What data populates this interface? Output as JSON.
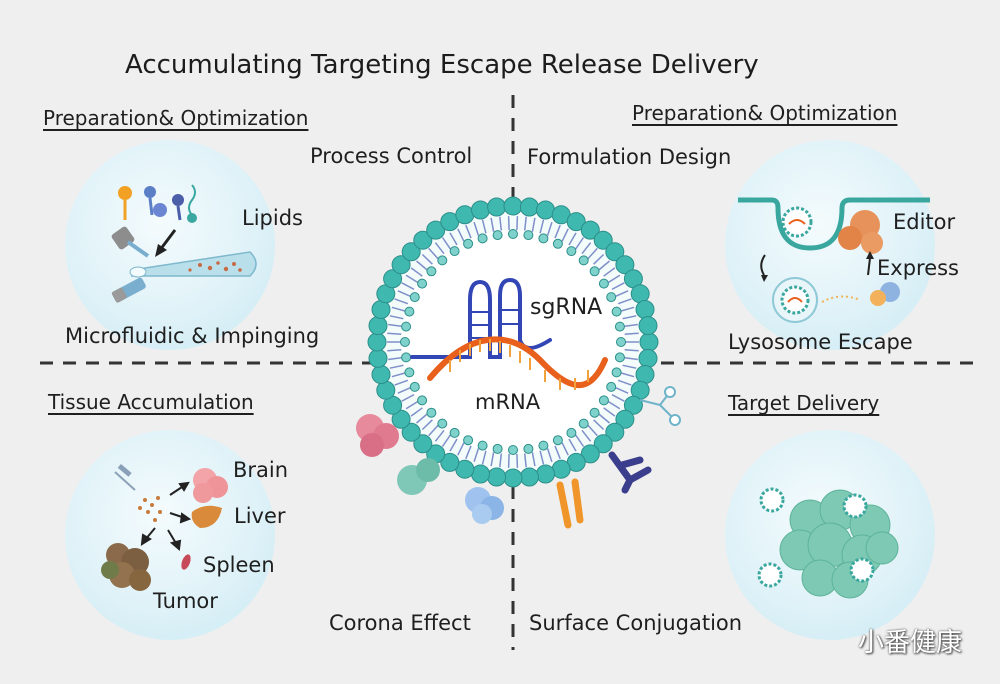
{
  "title": "Accumulating Targeting Escape Release Delivery",
  "sections": {
    "top_left": "Preparation& Optimization",
    "top_right": "Preparation& Optimization",
    "bottom_left": "Tissue Accumulation",
    "bottom_right": "Target Delivery"
  },
  "quadrant_labels": {
    "process_control": "Process Control",
    "formulation_design": "Formulation Design",
    "corona_effect": "Corona Effect",
    "surface_conjugation": "Surface Conjugation"
  },
  "top_left_panel": {
    "lipids": "Lipids",
    "microfluidic": "Microfluidic & Impinging"
  },
  "top_right_panel": {
    "editor": "Editor",
    "express": "Express",
    "lysosome": "Lysosome Escape"
  },
  "bottom_left_panel": {
    "brain": "Brain",
    "liver": "Liver",
    "spleen": "Spleen",
    "tumor": "Tumor"
  },
  "center": {
    "sgrna": "sgRNA",
    "mrna": "mRNA"
  },
  "watermark": "小番健康",
  "colors": {
    "lipid_shell": "#3fb8b0",
    "inner_tails": "#7f8fc9",
    "sgrna": "#3346b5",
    "mrna": "#f07a1c",
    "panel_bg": "#dff2f8"
  }
}
